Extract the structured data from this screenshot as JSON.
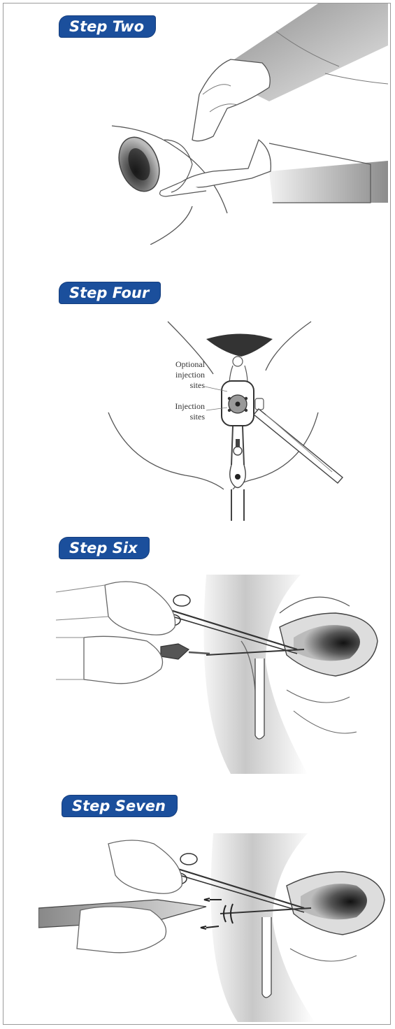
{
  "steps": [
    {
      "title": "Step Two"
    },
    {
      "title": "Step Four",
      "labels": {
        "optional_line1": "Optional",
        "optional_line2": "injection",
        "optional_line3": "sites",
        "injection_line1": "Injection",
        "injection_line2": "sites"
      }
    },
    {
      "title": "Step Six"
    },
    {
      "title": "Step Seven"
    }
  ],
  "colors": {
    "badge": "#1b4f9c",
    "badge_text": "#ffffff",
    "line": "#555555",
    "shade": "#b0b0b0"
  }
}
